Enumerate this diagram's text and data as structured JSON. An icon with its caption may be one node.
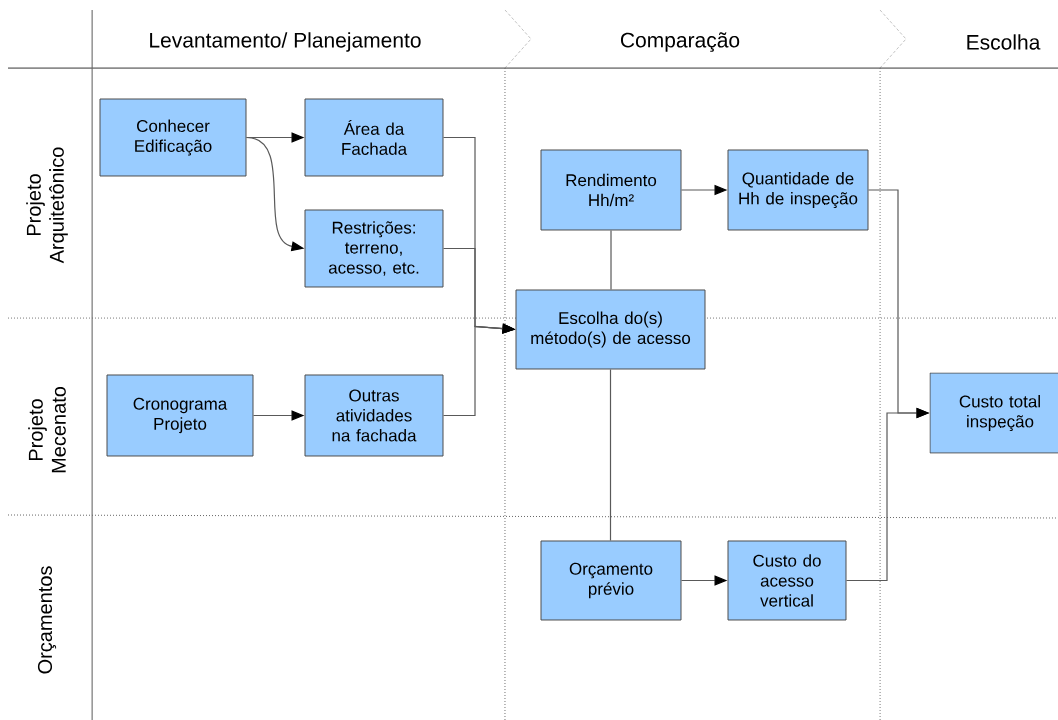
{
  "diagram": {
    "nodes": [
      {
        "text": [
          "Conhecer Edificação"
        ]
      },
      {
        "text": [
          "Área da Fachada"
        ]
      },
      {
        "text": [
          "Restrições: terreno, acesso, etc."
        ]
      },
      {
        "text": [
          "Rendimento Hh/m²"
        ]
      },
      {
        "text": [
          "Quantidade de Hh de inspeção"
        ]
      },
      {
        "text": [
          "Escolha do(s) método(s) de acesso"
        ]
      },
      {
        "text": [
          "Cronograma Projeto"
        ]
      },
      {
        "text": [
          "Outras atividades na fachada"
        ]
      },
      {
        "text": [
          "Orçamento prévio"
        ]
      },
      {
        "text": [
          "Custo do acesso vertical"
        ]
      },
      {
        "text": [
          "Custo total inspeção"
        ]
      }
    ],
    "edges": [
      {
        "from": 0,
        "to": 1,
        "arrow": "to"
      },
      {
        "from": 0,
        "to": 2,
        "arrow": "to"
      },
      {
        "from": 1,
        "to": 5,
        "arrow": "to"
      },
      {
        "from": 2,
        "to": 5,
        "arrow": "to"
      },
      {
        "from": 6,
        "to": 7,
        "arrow": "to"
      },
      {
        "from": 7,
        "to": 5,
        "arrow": "to"
      },
      {
        "from": 3,
        "to": 4,
        "arrow": "to"
      },
      {
        "from": 3,
        "to": 5,
        "arrow": "none"
      },
      {
        "from": 5,
        "to": 8,
        "arrow": "none"
      },
      {
        "from": 8,
        "to": 9,
        "arrow": "to"
      },
      {
        "from": 4,
        "to": 10,
        "arrow": "to"
      },
      {
        "from": 9,
        "to": 10,
        "arrow": "to"
      }
    ],
    "labels": [
      "Levantamento/ Planejamento",
      "Comparação",
      "Escolha",
      "Projeto Arquitetônico",
      "Projeto Mecenato",
      "Orçamentos"
    ]
  }
}
